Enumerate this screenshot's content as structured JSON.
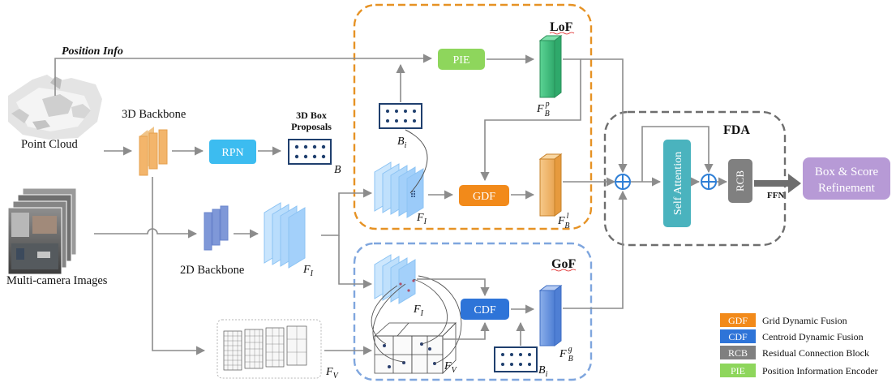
{
  "labels": {
    "position_info": "Position Info",
    "point_cloud": "Point Cloud",
    "multi_camera_images": "Multi-camera Images",
    "backbone_3d": "3D Backbone",
    "backbone_2d": "2D Backbone",
    "proposals_line1": "3D Box",
    "proposals_line2": "Proposals",
    "B": "B",
    "B_main": "B",
    "B_sub": "i",
    "F": "F",
    "sub_I": "I",
    "sub_V": "V",
    "sub_B": "B",
    "sup_p": "p",
    "sup_l": "l",
    "sup_g": "g",
    "ffn": "FFN"
  },
  "modules": {
    "rpn": "RPN",
    "pie": "PIE",
    "gdf": "GDF",
    "cdf": "CDF",
    "self_attention": "Self Attention",
    "rcb": "RCB",
    "refinement_line1": "Box & Score",
    "refinement_line2": "Refinement"
  },
  "regions": {
    "lof": "LoF",
    "gof": "GoF",
    "fda": "FDA"
  },
  "legend": [
    {
      "abbr": "GDF",
      "text": "Grid Dynamic Fusion",
      "color": "#f28a1a"
    },
    {
      "abbr": "CDF",
      "text": "Centroid Dynamic Fusion",
      "color": "#2e74d8"
    },
    {
      "abbr": "RCB",
      "text": "Residual Connection Block",
      "color": "#808080"
    },
    {
      "abbr": "PIE",
      "text": "Position Information Encoder",
      "color": "#8ed65c"
    }
  ],
  "colors": {
    "lof_border": "#e69224",
    "gof_border": "#7fa6de",
    "fda_border": "#6e6e6e",
    "rpn": "#3cbcf0",
    "self_attention": "#4ab3be",
    "refinement": "#b79ad6",
    "feature_orange": "#f0b86a",
    "feature_green": "#3fbf7f",
    "feature_blue": "#6c95e0",
    "feature_map": "#aed6fb",
    "sum_node": "#2f7fd6"
  }
}
